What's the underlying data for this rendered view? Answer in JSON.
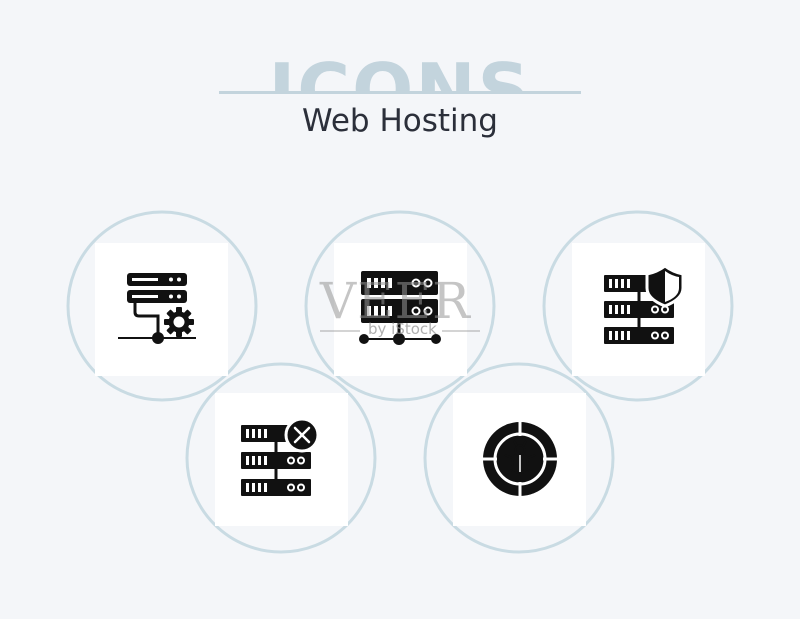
{
  "header": {
    "banner_word": "ICONS",
    "subtitle": "Web Hosting"
  },
  "watermark": {
    "main": "VEER",
    "sub": "by iStock"
  },
  "colors": {
    "background": "#f4f6f9",
    "circle_stroke": "#c9dbe3",
    "icon": "#111111",
    "tile": "#ffffff"
  },
  "icons": [
    {
      "name": "server-gear-icon"
    },
    {
      "name": "server-network-icon"
    },
    {
      "name": "server-shield-icon"
    },
    {
      "name": "server-delete-icon"
    },
    {
      "name": "bug-target-icon"
    }
  ]
}
